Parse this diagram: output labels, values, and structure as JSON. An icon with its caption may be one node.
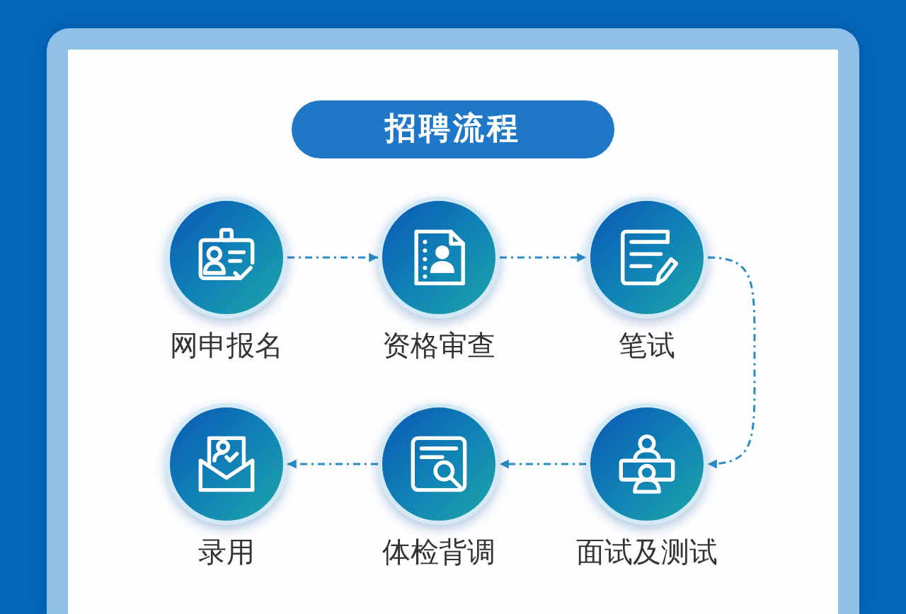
{
  "diagram": {
    "title": "招聘流程",
    "nodes": [
      {
        "text": [],
        "shape": "circle",
        "beside": [
          "网申报名"
        ]
      },
      {
        "text": [],
        "shape": "circle",
        "beside": [
          "资格审查"
        ]
      },
      {
        "text": [],
        "shape": "circle",
        "beside": [
          "笔试"
        ]
      },
      {
        "text": [],
        "shape": "circle",
        "beside": [
          "面试及测试"
        ]
      },
      {
        "text": [],
        "shape": "circle",
        "beside": [
          "体检背调"
        ]
      },
      {
        "text": [],
        "shape": "circle",
        "beside": [
          "录用"
        ]
      }
    ],
    "edges": [
      {
        "from": 0,
        "to": 1,
        "arrow": "to",
        "style": "dashed"
      },
      {
        "from": 1,
        "to": 2,
        "arrow": "to",
        "style": "dashed"
      },
      {
        "from": 2,
        "to": 3,
        "arrow": "to",
        "style": "dashed"
      },
      {
        "from": 3,
        "to": 4,
        "arrow": "to",
        "style": "dashed"
      },
      {
        "from": 4,
        "to": 5,
        "arrow": "to",
        "style": "dashed"
      }
    ]
  }
}
